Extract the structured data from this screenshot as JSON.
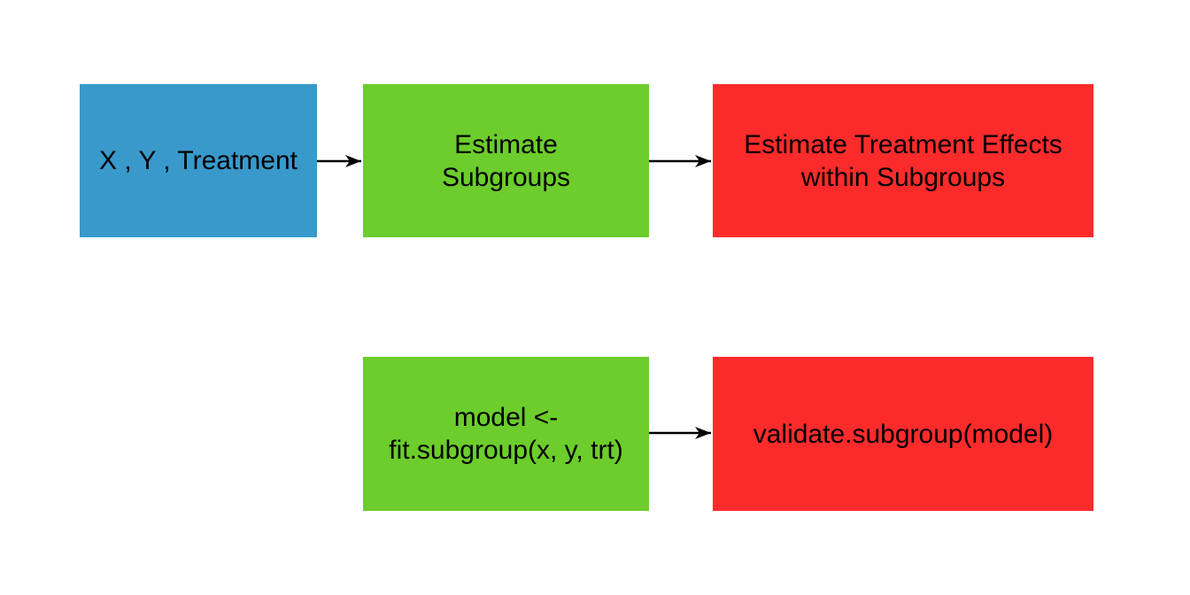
{
  "diagram": {
    "title": "subgroup identification workflow flowchart",
    "colors": {
      "input_box": "#3999CB",
      "estimate_box": "#6CCD2C",
      "effects_box": "#FC2B2B",
      "arrow": "#000000",
      "text": "#000000",
      "background": "#ffffff"
    },
    "boxes": [
      {
        "name": "data-inputs-box",
        "label": "X , Y , Treatment",
        "fill": "#3999CB"
      },
      {
        "name": "estimate-subgroups-box",
        "label": "Estimate\nSubgroups",
        "fill": "#6CCD2C"
      },
      {
        "name": "estimate-treatment-effects-box",
        "label": "Estimate Treatment Effects\nwithin Subgroups",
        "fill": "#FC2B2B"
      },
      {
        "name": "fit-subgroup-code-box",
        "label": "model <-\nfit.subgroup(x, y, trt)",
        "fill": "#6CCD2C"
      },
      {
        "name": "validate-subgroup-code-box",
        "label": "validate.subgroup(model)",
        "fill": "#FC2B2B"
      }
    ],
    "arrows": [
      {
        "name": "arrow-inputs-to-estimate",
        "from": "data-inputs-box",
        "to": "estimate-subgroups-box"
      },
      {
        "name": "arrow-estimate-to-effects",
        "from": "estimate-subgroups-box",
        "to": "estimate-treatment-effects-box"
      },
      {
        "name": "arrow-fit-to-validate",
        "from": "fit-subgroup-code-box",
        "to": "validate-subgroup-code-box"
      }
    ]
  }
}
